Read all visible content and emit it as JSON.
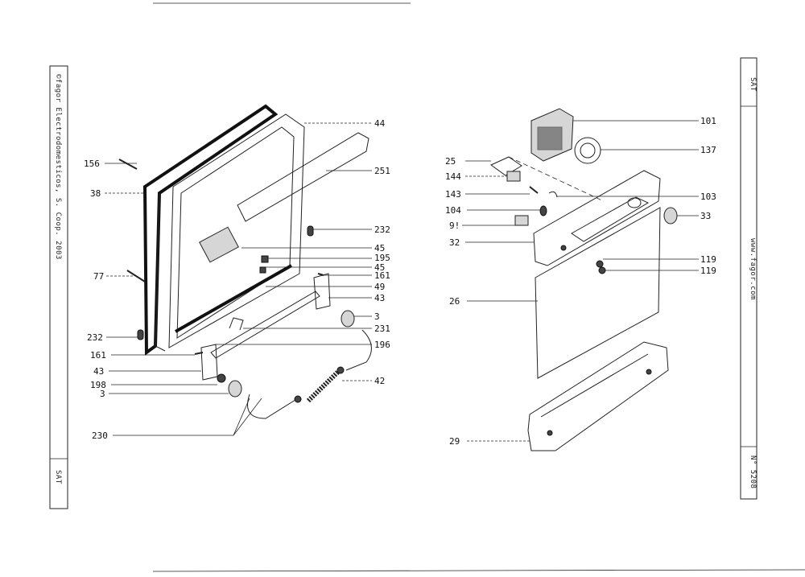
{
  "side_left": {
    "copyright": "©fagor Electrodomesticos, S. Coop.  2003",
    "section": "SAT"
  },
  "side_right": {
    "section": "SAT",
    "website": "www.fagor.com",
    "doc_number": "N° 5208"
  },
  "left_labels": {
    "l44": "44",
    "l251": "251",
    "l156": "156",
    "l38": "38",
    "l232a": "232",
    "l45a": "45",
    "l195": "195",
    "l45b": "45",
    "l77": "77",
    "l161a": "161",
    "l49": "49",
    "l43a": "43",
    "l3a": "3",
    "l231": "231",
    "l232b": "232",
    "l196": "196",
    "l161b": "161",
    "l43b": "43",
    "l42": "42",
    "l198": "198",
    "l3b": "3",
    "l230": "230"
  },
  "right_labels": {
    "r101": "101",
    "r137": "137",
    "r25": "25",
    "r144": "144",
    "r103": "103",
    "r143": "143",
    "r104": "104",
    "r33": "33",
    "r91": "9!",
    "r32": "32",
    "r119a": "119",
    "r119b": "119",
    "r26": "26",
    "r29": "29"
  }
}
